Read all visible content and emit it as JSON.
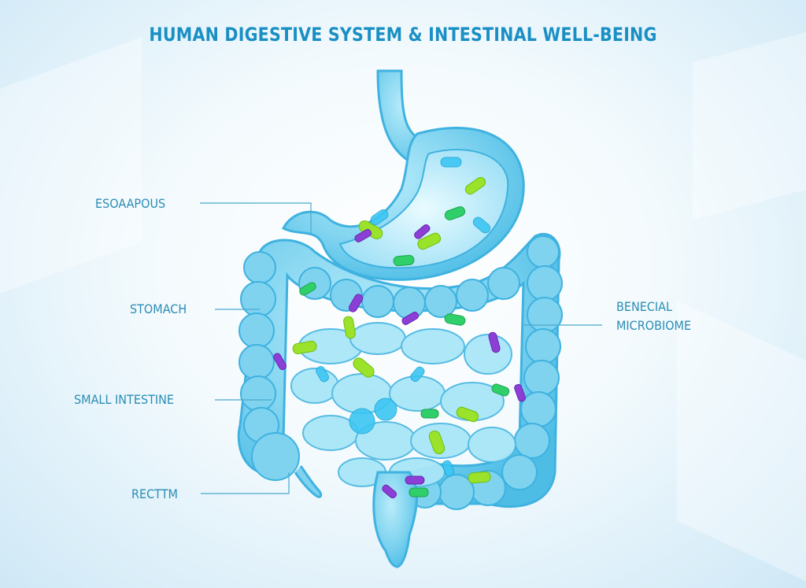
{
  "title": "HUMAN DIGESTIVE SYSTEM & INTESTINAL WELL-BEING",
  "labels": {
    "esophagus": "ESOAAPOUS",
    "stomach": "STOMACH",
    "small_intestine": "SMALL INTESTINE",
    "rectum": "RECTTM",
    "beneficial_line1": "BENECIAL",
    "beneficial_line2": "MICROBIOME"
  },
  "colors": {
    "title": "#1a8fc4",
    "label": "#2a8db5",
    "leader_line": "#4aa9cf",
    "organ_fill": "#7fd3ef",
    "organ_stroke": "#3fb2e0",
    "bacteria_lime": "#9be22a",
    "bacteria_green": "#2fcf6a",
    "bacteria_purple": "#8b3fd6",
    "bacteria_blue": "#3cc6f2"
  },
  "illustration": {
    "subject": "digestive-tract-with-gut-bacteria",
    "parts": [
      "esophagus",
      "stomach",
      "large-intestine",
      "small-intestine",
      "rectum",
      "appendix"
    ]
  }
}
